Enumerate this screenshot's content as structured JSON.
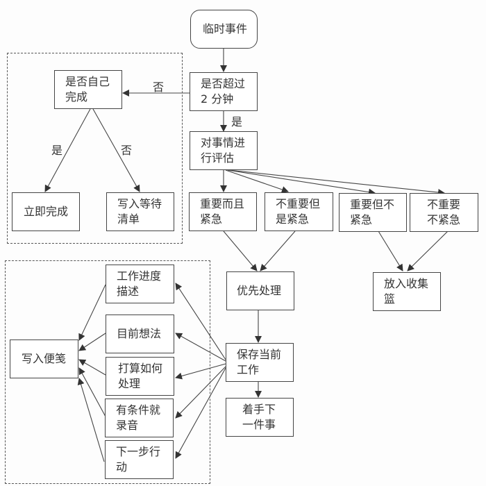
{
  "diagram": {
    "nodes": {
      "start": "临时事件",
      "over2min": "是否超过\n2 分钟",
      "selfDo": "是否自己\n完成",
      "doNow": "立即完成",
      "waitList": "写入等待\n清单",
      "evaluate": "对事情进\n行评估",
      "q1": "重要而且\n紧急",
      "q2": "不重要但\n是紧急",
      "q3": "重要但不\n紧急",
      "q4": "不重要\n不紧急",
      "priority": "优先处理",
      "basket": "放入收集\n篮",
      "saveWork": "保存当前\n工作",
      "nextTask": "着手下\n一件事",
      "note": "写入便笺",
      "n1": "工作进度\n描述",
      "n2": "目前想法",
      "n3": "打算如何\n处理",
      "n4": "有条件就\n录音",
      "n5": "下一步行\n动"
    },
    "edge_labels": {
      "no_top": "否",
      "yes_mid": "是",
      "yes_left": "是",
      "no_right": "否"
    }
  }
}
